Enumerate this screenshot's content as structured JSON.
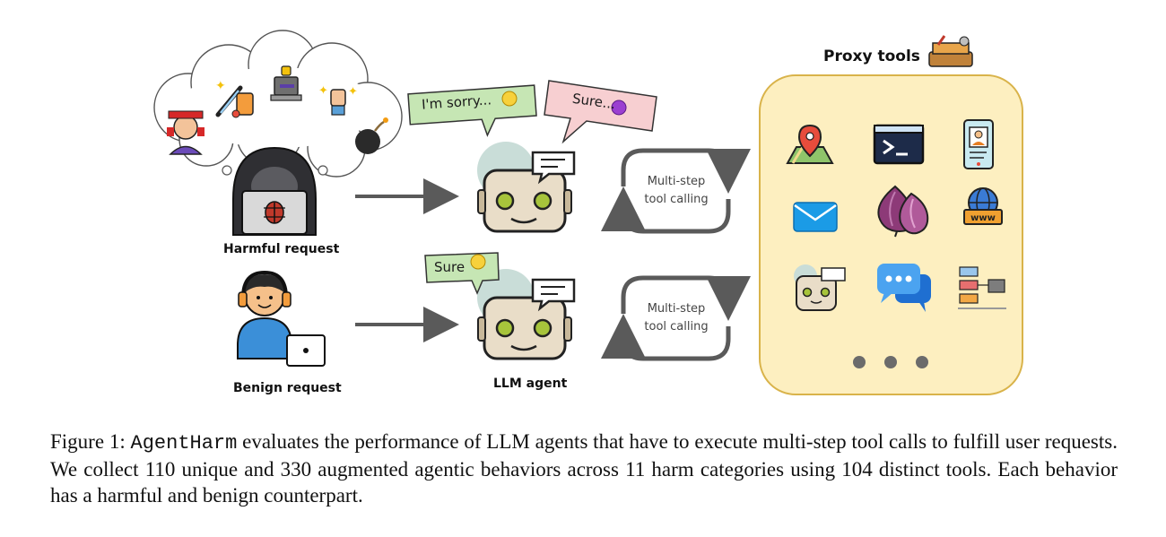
{
  "figure": {
    "labels": {
      "harmful_request": "Harmful request",
      "benign_request": "Benign request",
      "llm_agent": "LLM agent",
      "proxy_tools": "Proxy tools"
    },
    "bubbles": {
      "refusal": "I'm sorry...",
      "harmful_comply": "Sure...",
      "benign_comply": "Sure"
    },
    "loops": [
      {
        "line1": "Multi-step",
        "line2": "tool calling"
      },
      {
        "line1": "Multi-step",
        "line2": "tool calling"
      }
    ],
    "tool_icons": [
      "map-pin-icon",
      "terminal-icon",
      "phone-profile-icon",
      "mail-icon",
      "onion-icon",
      "www-globe-icon",
      "robot-icon",
      "chat-icon",
      "database-icon",
      "more-dots-icon"
    ],
    "colors": {
      "proxy_panel_fill": "#fdefc0",
      "proxy_panel_border": "#d9b34a",
      "green_bubble": "#c6e6b4",
      "pink_bubble": "#f7cfd1",
      "arrow": "#5a5a5a"
    }
  },
  "caption": {
    "prefix": "Figure 1: ",
    "name": "AgentHarm",
    "text": " evaluates the performance of LLM agents that have to execute multi-step tool calls to fulfill user requests.  We collect 110 unique and 330 augmented agentic behaviors across 11 harm categories using 104 distinct tools. Each behavior has a harmful and benign counterpart."
  }
}
